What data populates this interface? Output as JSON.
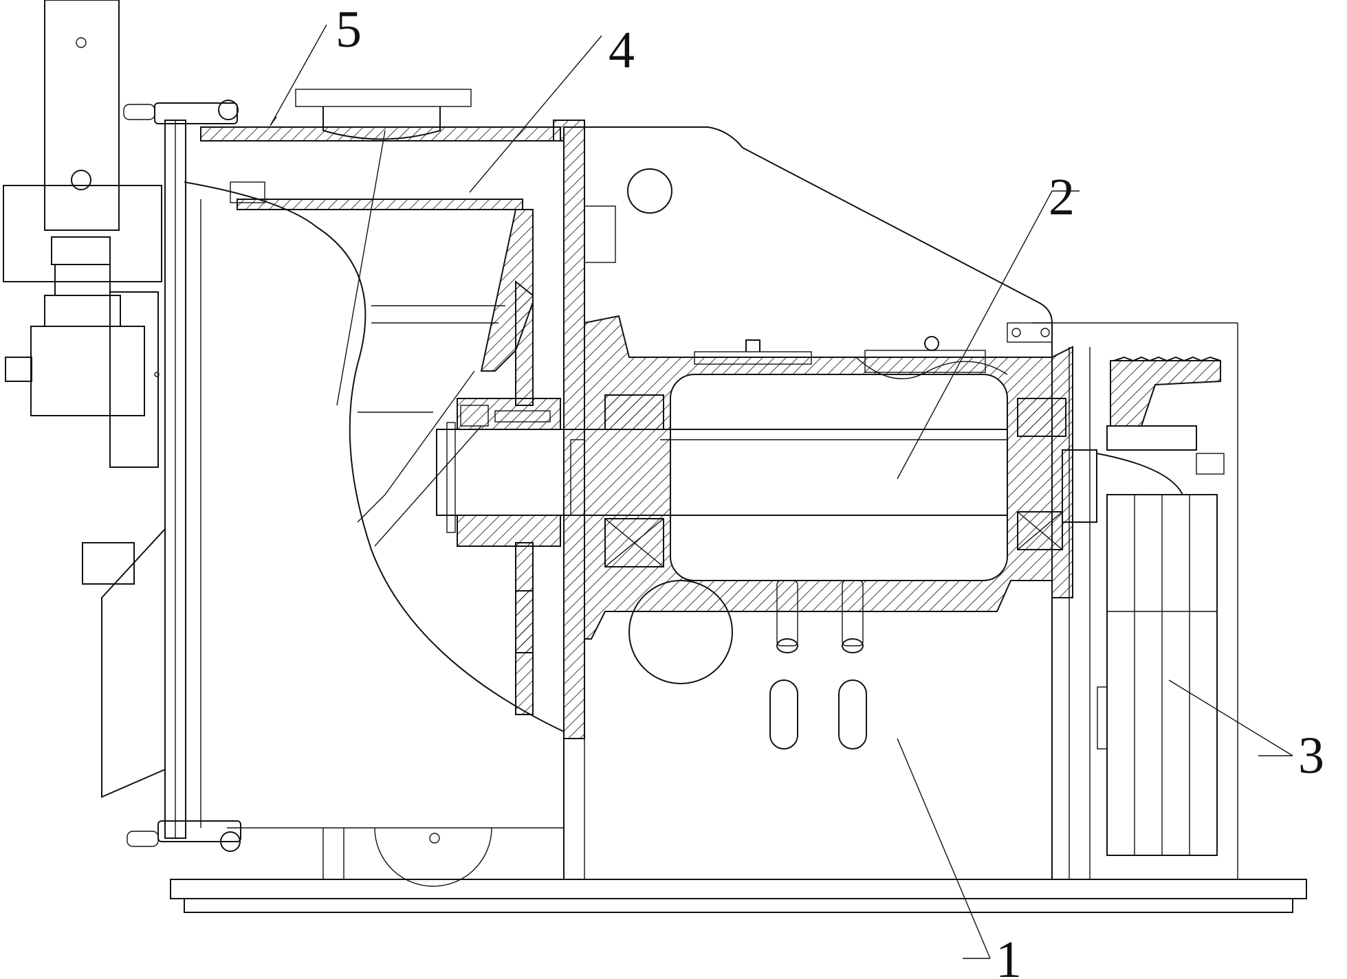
{
  "figure": {
    "callouts": [
      {
        "id": "callout-1",
        "label": "1"
      },
      {
        "id": "callout-2",
        "label": "2"
      },
      {
        "id": "callout-3",
        "label": "3"
      },
      {
        "id": "callout-4",
        "label": "4"
      },
      {
        "id": "callout-5",
        "label": "5"
      }
    ]
  }
}
